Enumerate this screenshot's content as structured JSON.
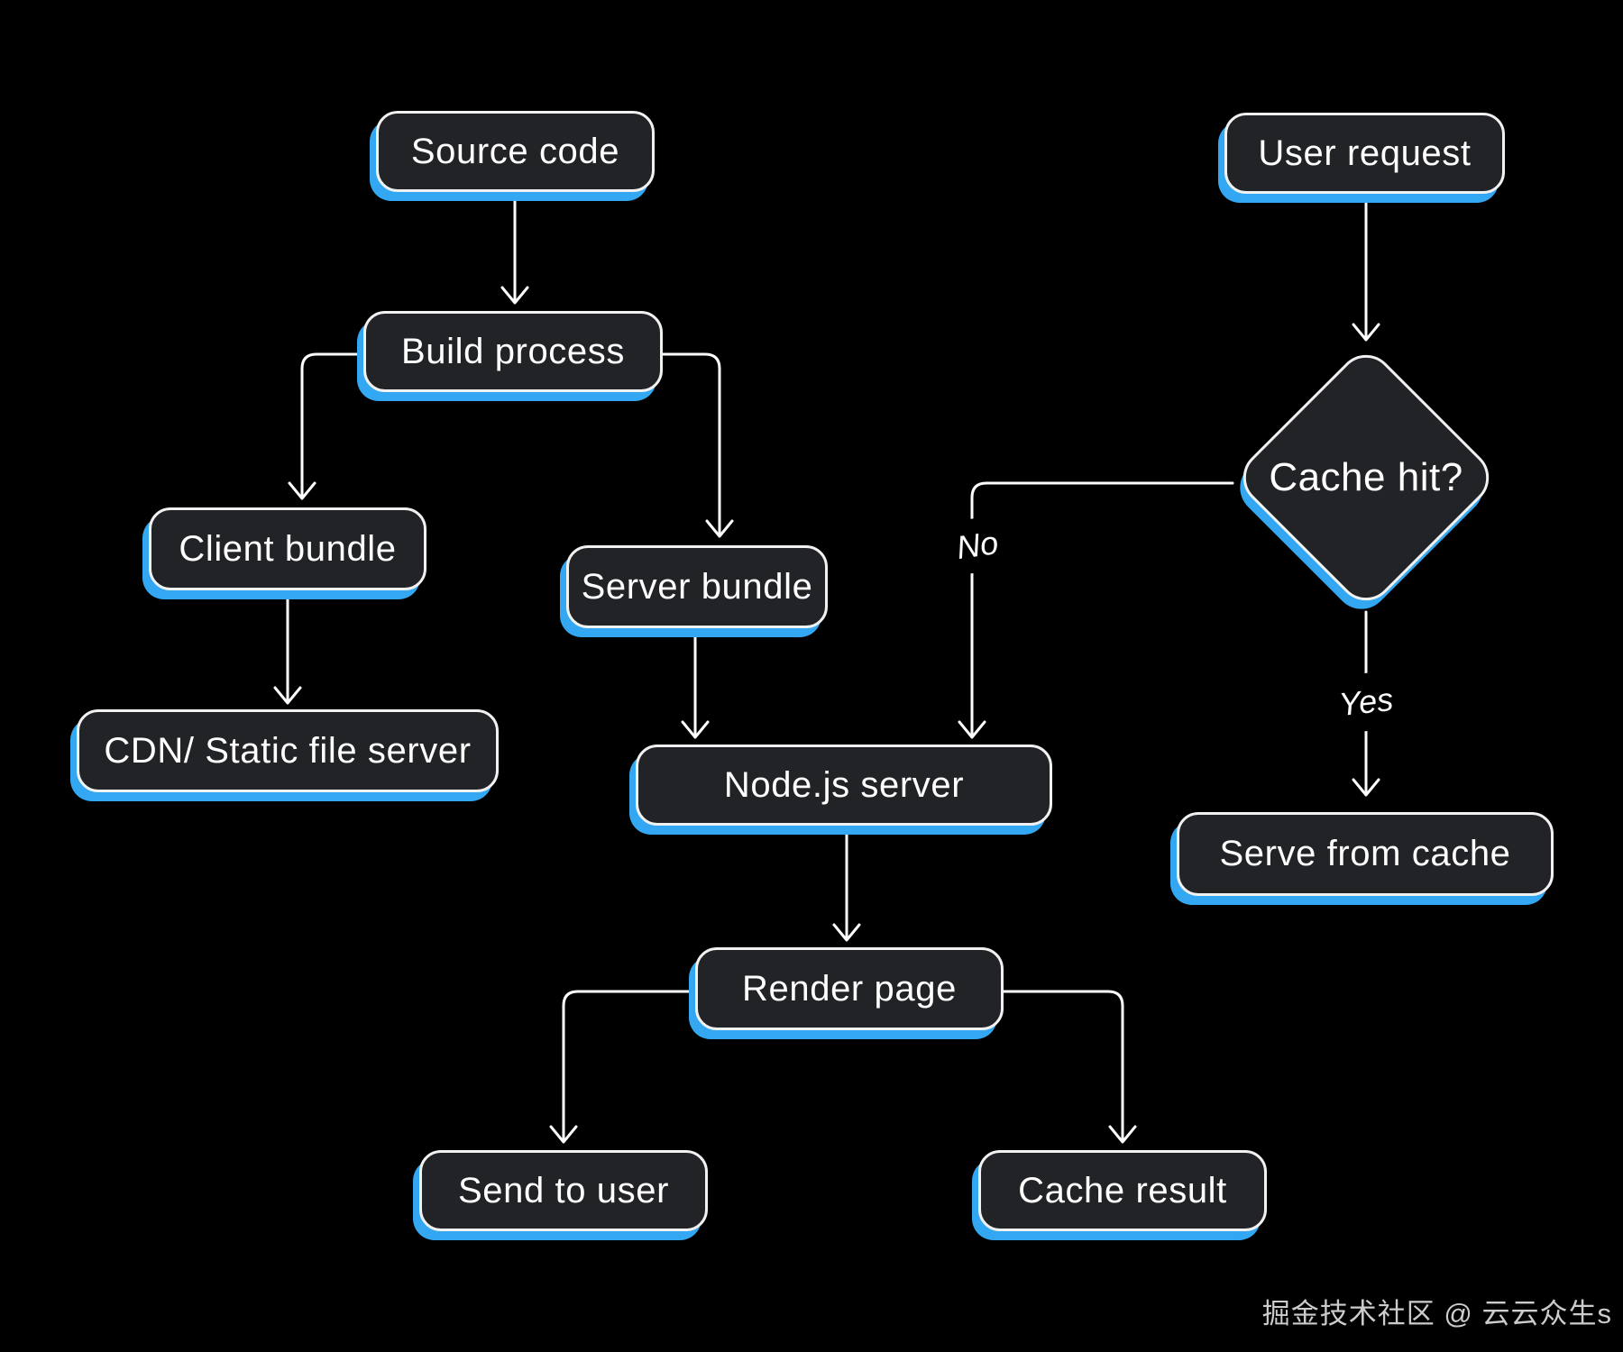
{
  "diagram_title": "",
  "nodes": {
    "source_code": {
      "label": "Source code"
    },
    "build_process": {
      "label": "Build process"
    },
    "client_bundle": {
      "label": "Client bundle"
    },
    "cdn_static_file_server": {
      "label": "CDN/ Static file server"
    },
    "server_bundle": {
      "label": "Server bundle"
    },
    "nodejs_server": {
      "label": "Node.js server"
    },
    "render_page": {
      "label": "Render page"
    },
    "send_to_user": {
      "label": "Send to user"
    },
    "cache_result": {
      "label": "Cache result"
    },
    "user_request": {
      "label": "User request"
    },
    "cache_hit": {
      "label": "Cache hit?"
    },
    "serve_from_cache": {
      "label": "Serve from cache"
    }
  },
  "edge_labels": {
    "no": "No",
    "yes": "Yes"
  },
  "edges": [
    {
      "from": "Source code",
      "to": "Build process",
      "label": ""
    },
    {
      "from": "Build process",
      "to": "Client bundle",
      "label": ""
    },
    {
      "from": "Build process",
      "to": "Server bundle",
      "label": ""
    },
    {
      "from": "Client bundle",
      "to": "CDN/ Static file server",
      "label": ""
    },
    {
      "from": "Server bundle",
      "to": "Node.js server",
      "label": ""
    },
    {
      "from": "User request",
      "to": "Cache hit?",
      "label": ""
    },
    {
      "from": "Cache hit?",
      "to": "Node.js server",
      "label": "No"
    },
    {
      "from": "Cache hit?",
      "to": "Serve from cache",
      "label": "Yes"
    },
    {
      "from": "Node.js server",
      "to": "Render page",
      "label": ""
    },
    {
      "from": "Render page",
      "to": "Send to user",
      "label": ""
    },
    {
      "from": "Render page",
      "to": "Cache result",
      "label": ""
    }
  ],
  "watermark": "掘金技术社区 @ 云云众生s",
  "colors": {
    "background": "#000000",
    "node_fill": "#222326",
    "node_border": "#f1f1f1",
    "accent_blue": "#33a7f1",
    "text": "#ffffff",
    "watermark_text": "#cccccc"
  }
}
